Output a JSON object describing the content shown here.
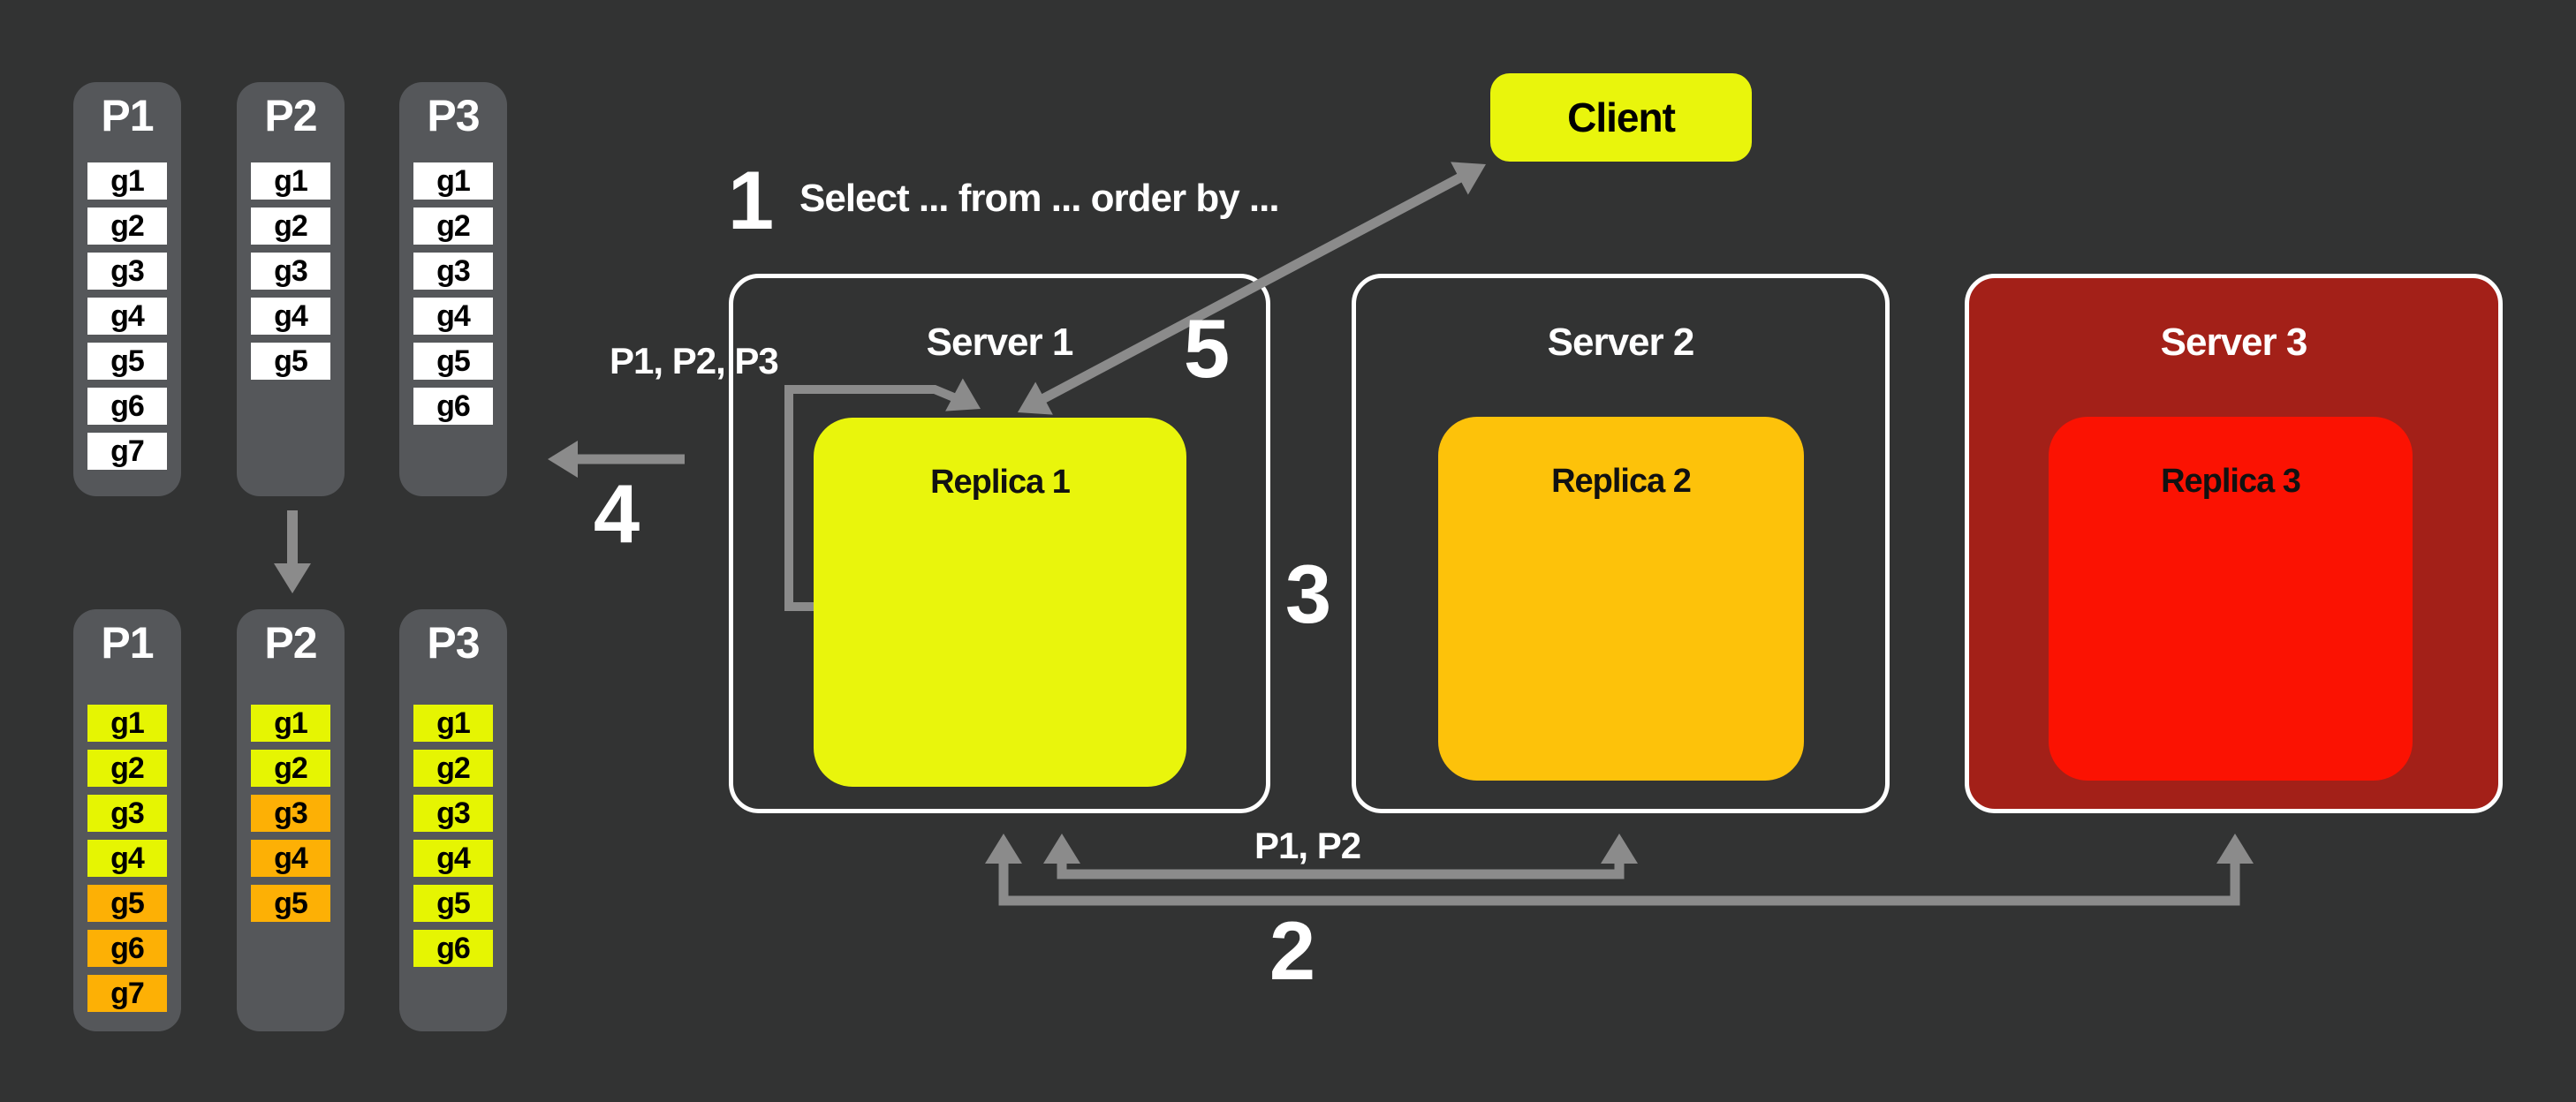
{
  "colors": {
    "canvas_bg": "#323333",
    "column_bg": "#55575a",
    "cell_white": "#ffffff",
    "cell_yellow": "#e6f502",
    "cell_orange": "#fdb005",
    "client_yellow": "#e9f50c",
    "replica1_yellow": "#e9f50c",
    "replica2_amber": "#fdc20a",
    "replica3_red": "#fb1202",
    "server3_bg": "#a32018",
    "server_border": "#ffffff",
    "arrow_gray": "#8b8b8b",
    "text_white": "#ffffff",
    "text_black": "#000000"
  },
  "partitions_before": {
    "columns": [
      {
        "label": "P1",
        "cells": [
          {
            "t": "g1",
            "tone": "white"
          },
          {
            "t": "g2",
            "tone": "white"
          },
          {
            "t": "g3",
            "tone": "white"
          },
          {
            "t": "g4",
            "tone": "white"
          },
          {
            "t": "g5",
            "tone": "white"
          },
          {
            "t": "g6",
            "tone": "white"
          },
          {
            "t": "g7",
            "tone": "white"
          }
        ]
      },
      {
        "label": "P2",
        "cells": [
          {
            "t": "g1",
            "tone": "white"
          },
          {
            "t": "g2",
            "tone": "white"
          },
          {
            "t": "g3",
            "tone": "white"
          },
          {
            "t": "g4",
            "tone": "white"
          },
          {
            "t": "g5",
            "tone": "white"
          }
        ]
      },
      {
        "label": "P3",
        "cells": [
          {
            "t": "g1",
            "tone": "white"
          },
          {
            "t": "g2",
            "tone": "white"
          },
          {
            "t": "g3",
            "tone": "white"
          },
          {
            "t": "g4",
            "tone": "white"
          },
          {
            "t": "g5",
            "tone": "white"
          },
          {
            "t": "g6",
            "tone": "white"
          }
        ]
      }
    ]
  },
  "partitions_after": {
    "columns": [
      {
        "label": "P1",
        "cells": [
          {
            "t": "g1",
            "tone": "yellow"
          },
          {
            "t": "g2",
            "tone": "yellow"
          },
          {
            "t": "g3",
            "tone": "yellow"
          },
          {
            "t": "g4",
            "tone": "yellow"
          },
          {
            "t": "g5",
            "tone": "orange"
          },
          {
            "t": "g6",
            "tone": "orange"
          },
          {
            "t": "g7",
            "tone": "orange"
          }
        ]
      },
      {
        "label": "P2",
        "cells": [
          {
            "t": "g1",
            "tone": "yellow"
          },
          {
            "t": "g2",
            "tone": "yellow"
          },
          {
            "t": "g3",
            "tone": "orange"
          },
          {
            "t": "g4",
            "tone": "orange"
          },
          {
            "t": "g5",
            "tone": "orange"
          }
        ]
      },
      {
        "label": "P3",
        "cells": [
          {
            "t": "g1",
            "tone": "yellow"
          },
          {
            "t": "g2",
            "tone": "yellow"
          },
          {
            "t": "g3",
            "tone": "yellow"
          },
          {
            "t": "g4",
            "tone": "yellow"
          },
          {
            "t": "g5",
            "tone": "yellow"
          },
          {
            "t": "g6",
            "tone": "yellow"
          }
        ]
      }
    ]
  },
  "client": {
    "label": "Client"
  },
  "servers": [
    {
      "title": "Server 1",
      "replica": {
        "label": "Replica 1"
      }
    },
    {
      "title": "Server 2",
      "replica": {
        "label": "Replica 2"
      }
    },
    {
      "title": "Server 3",
      "replica": {
        "label": "Replica 3"
      }
    }
  ],
  "steps": {
    "s1": {
      "number": "1",
      "text": "Select ... from ... order by ..."
    },
    "s2": {
      "number": "2",
      "text": "P1, P2"
    },
    "s3": {
      "number": "3"
    },
    "s4": {
      "number": "4"
    },
    "s5": {
      "number": "5"
    }
  },
  "labels": {
    "partitions_to_replica": "P1, P2, P3"
  }
}
